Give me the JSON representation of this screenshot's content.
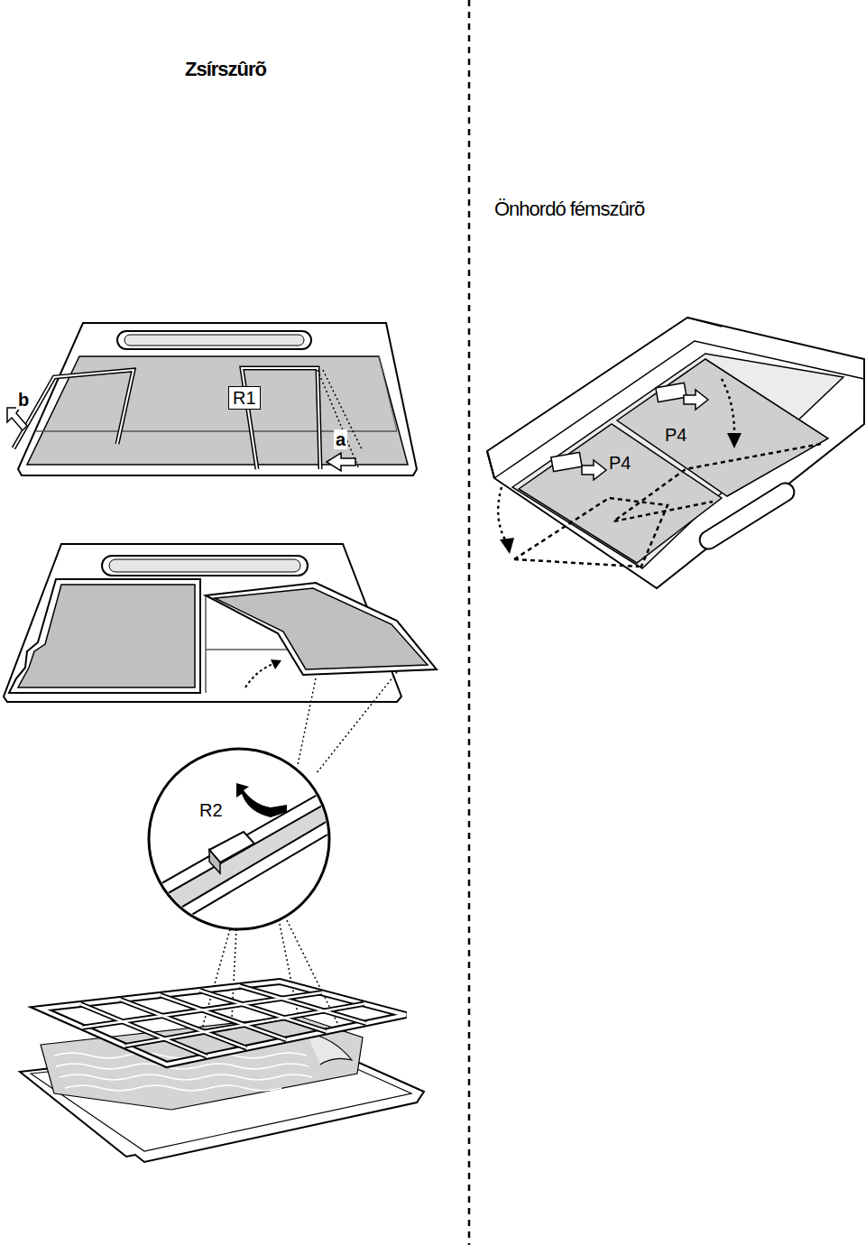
{
  "diagram": {
    "labels": [
      "Zsírszûrõ",
      "Önhordó fémszûrõ",
      "b",
      "R1",
      "a",
      "P4",
      "P4",
      "R2"
    ]
  }
}
